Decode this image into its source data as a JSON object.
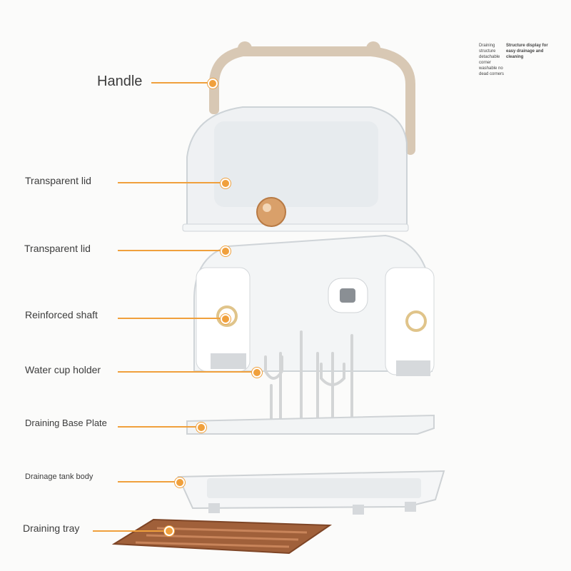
{
  "labels": [
    {
      "id": "handle",
      "text": "Handle"
    },
    {
      "id": "lid-upper",
      "text": "Transparent lid"
    },
    {
      "id": "lid-lower",
      "text": "Transparent lid"
    },
    {
      "id": "shaft",
      "text": "Reinforced shaft"
    },
    {
      "id": "cup-holder",
      "text": "Water cup holder"
    },
    {
      "id": "base-plate",
      "text": "Draining Base Plate"
    },
    {
      "id": "tank",
      "text": "Drainage tank body"
    },
    {
      "id": "tray",
      "text": "Draining tray"
    }
  ],
  "notes": {
    "left": [
      "Draining",
      "structure",
      "detachable",
      "corner",
      "washable no",
      "dead corners"
    ],
    "right": [
      "Structure display for",
      "easy drainage and",
      "cleaning"
    ]
  },
  "colors": {
    "accent": "#f0a03c",
    "handle": "#d8c8b4",
    "tray": "#a0603a",
    "shell": "#ffffff",
    "knob": "#d9a06a"
  }
}
